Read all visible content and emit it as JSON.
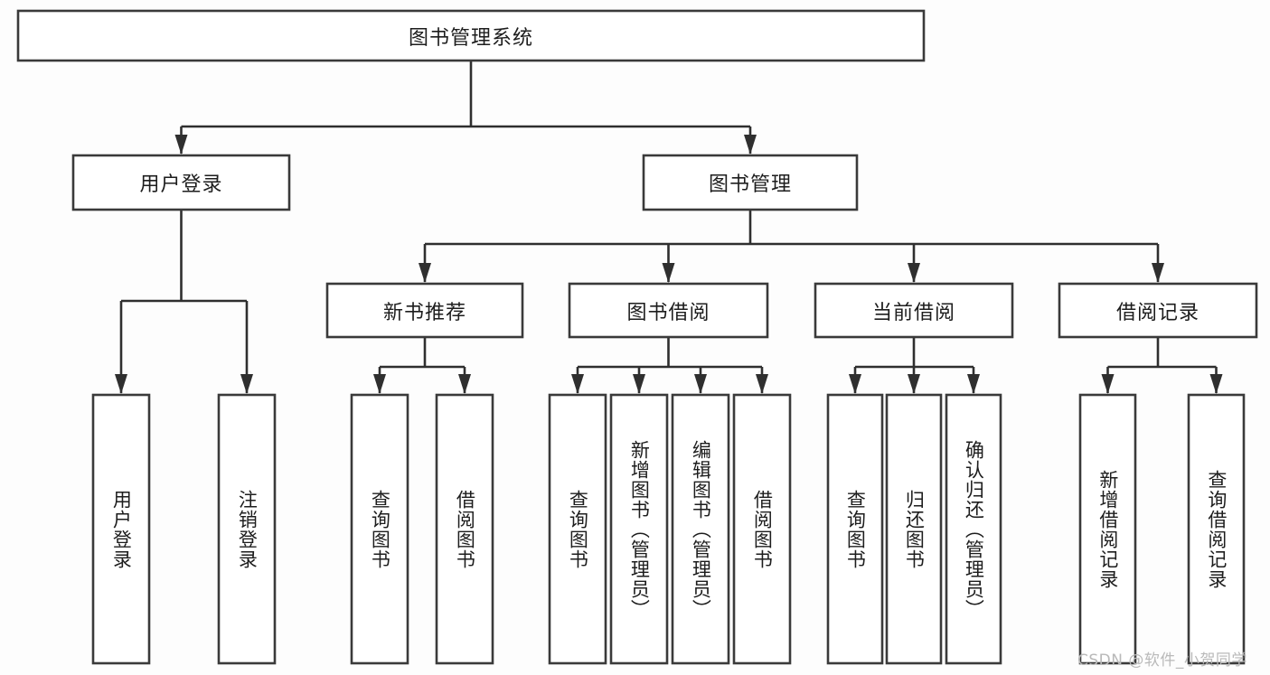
{
  "diagram": {
    "title": "图书管理系统",
    "type": "tree-hierarchy",
    "watermark": "CSDN @软件_小贺同学",
    "colors": {
      "background": "#fdfdfd",
      "box_fill": "#ffffff",
      "box_stroke": "#3a3a3a",
      "connector": "#2f2f2f",
      "text": "#1d1d1d",
      "watermark": "#b9b9b9"
    },
    "levels": {
      "root": {
        "label": "图书管理系统",
        "orientation": "horizontal"
      },
      "level2": [
        {
          "label": "用户登录",
          "orientation": "horizontal"
        },
        {
          "label": "图书管理",
          "orientation": "horizontal"
        }
      ],
      "level3": [
        {
          "label": "新书推荐",
          "orientation": "horizontal",
          "parent": "图书管理"
        },
        {
          "label": "图书借阅",
          "orientation": "horizontal",
          "parent": "图书管理"
        },
        {
          "label": "当前借阅",
          "orientation": "horizontal",
          "parent": "图书管理"
        },
        {
          "label": "借阅记录",
          "orientation": "horizontal",
          "parent": "图书管理"
        }
      ],
      "leaves": [
        {
          "label": "用户登录",
          "orientation": "vertical",
          "parent": "用户登录"
        },
        {
          "label": "注销登录",
          "orientation": "vertical",
          "parent": "用户登录"
        },
        {
          "label": "查询图书",
          "orientation": "vertical",
          "parent": "新书推荐"
        },
        {
          "label": "借阅图书",
          "orientation": "vertical",
          "parent": "新书推荐"
        },
        {
          "label": "查询图书",
          "orientation": "vertical",
          "parent": "图书借阅"
        },
        {
          "label": "新增图书（管理员）",
          "orientation": "vertical",
          "parent": "图书借阅"
        },
        {
          "label": "编辑图书（管理员）",
          "orientation": "vertical",
          "parent": "图书借阅"
        },
        {
          "label": "借阅图书",
          "orientation": "vertical",
          "parent": "图书借阅"
        },
        {
          "label": "查询图书",
          "orientation": "vertical",
          "parent": "当前借阅"
        },
        {
          "label": "归还图书",
          "orientation": "vertical",
          "parent": "当前借阅"
        },
        {
          "label": "确认归还（管理员）",
          "orientation": "vertical",
          "parent": "当前借阅"
        },
        {
          "label": "新增借阅记录",
          "orientation": "vertical",
          "parent": "借阅记录"
        },
        {
          "label": "查询借阅记录",
          "orientation": "vertical",
          "parent": "借阅记录"
        }
      ]
    }
  }
}
